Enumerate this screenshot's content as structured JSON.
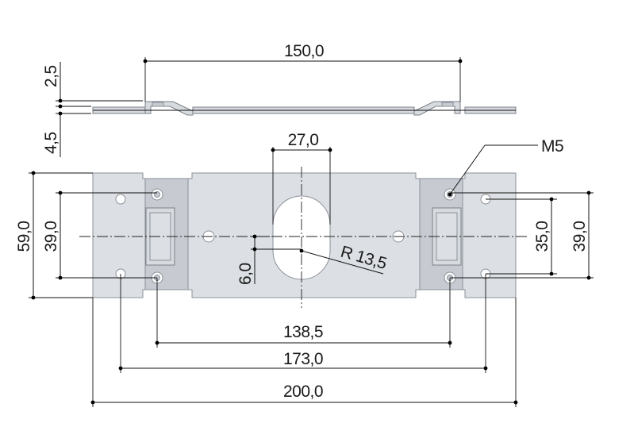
{
  "dimensions": {
    "thickness_top": "2,5",
    "thickness_bottom": "4,5",
    "top_span": "150,0",
    "slot_width": "27,0",
    "thread": "M5",
    "overall_height": "59,0",
    "hole_pitch_left": "39,0",
    "inner_height_right": "35,0",
    "hole_pitch_right": "39,0",
    "radius": "R 13,5",
    "offset": "6,0",
    "span_138": "138,5",
    "span_173": "173,0",
    "overall_length": "200,0"
  },
  "colors": {
    "plate": "#dcdfe3",
    "plate_edge": "#8a9099",
    "dimension_lines": "#111111",
    "background": "#ffffff"
  }
}
